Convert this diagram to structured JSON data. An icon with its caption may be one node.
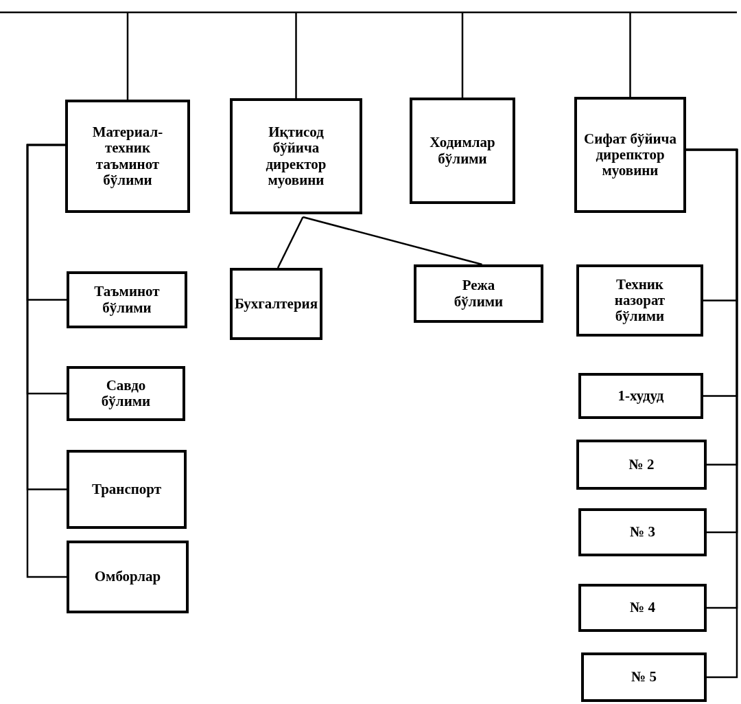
{
  "diagram": {
    "nodes": [
      {
        "text": [
          "Материал-техник таъминот бўлими"
        ]
      },
      {
        "text": [
          "Иқтисод бўйича директор муовини"
        ]
      },
      {
        "text": [
          "Ходимлар бўлими"
        ]
      },
      {
        "text": [
          "Сифат бўйича дирепктор муовини"
        ]
      },
      {
        "text": [
          "Таъминот бўлими"
        ]
      },
      {
        "text": [
          "Савдо бўлими"
        ]
      },
      {
        "text": [
          "Транспорт"
        ]
      },
      {
        "text": [
          "Омборлар"
        ]
      },
      {
        "text": [
          "Бухгалтерия"
        ]
      },
      {
        "text": [
          "Режа бўлими"
        ]
      },
      {
        "text": [
          "Техник назорат бўлими"
        ]
      },
      {
        "text": [
          "1-худуд"
        ]
      },
      {
        "text": [
          "№ 2"
        ]
      },
      {
        "text": [
          "№ 3"
        ]
      },
      {
        "text": [
          "№ 4"
        ]
      },
      {
        "text": [
          "№ 5"
        ]
      }
    ],
    "edges": [
      {
        "from": null,
        "to": 0,
        "arrow": "none"
      },
      {
        "from": null,
        "to": 1,
        "arrow": "none"
      },
      {
        "from": null,
        "to": 2,
        "arrow": "none"
      },
      {
        "from": null,
        "to": 3,
        "arrow": "none"
      },
      {
        "from": 0,
        "to": 4,
        "arrow": "none"
      },
      {
        "from": 0,
        "to": 5,
        "arrow": "none"
      },
      {
        "from": 0,
        "to": 6,
        "arrow": "none"
      },
      {
        "from": 0,
        "to": 7,
        "arrow": "none"
      },
      {
        "from": 1,
        "to": 8,
        "arrow": "none"
      },
      {
        "from": 1,
        "to": 9,
        "arrow": "none"
      },
      {
        "from": 3,
        "to": 10,
        "arrow": "none"
      },
      {
        "from": 3,
        "to": 11,
        "arrow": "none"
      },
      {
        "from": 3,
        "to": 12,
        "arrow": "none"
      },
      {
        "from": 3,
        "to": 13,
        "arrow": "none"
      },
      {
        "from": 3,
        "to": 14,
        "arrow": "none"
      },
      {
        "from": 3,
        "to": 15,
        "arrow": "none"
      }
    ]
  }
}
